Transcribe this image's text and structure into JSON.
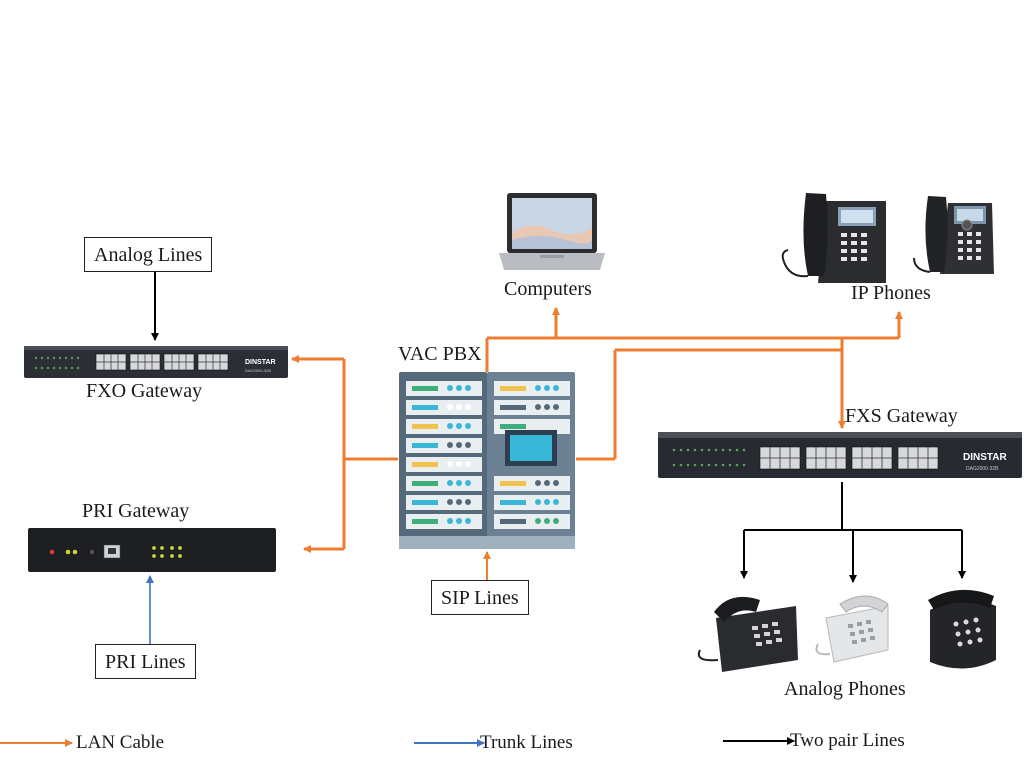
{
  "nodes": {
    "analog_lines": "Analog Lines",
    "fxo_gateway": "FXO Gateway",
    "pri_gateway": "PRI Gateway",
    "pri_lines": "PRI Lines",
    "vac_pbx": "VAC PBX",
    "sip_lines": "SIP Lines",
    "computers": "Computers",
    "ip_phones": "IP Phones",
    "fxs_gateway": "FXS Gateway",
    "analog_phones": "Analog Phones"
  },
  "device_text": {
    "brand": "DINSTAR",
    "fxo_model": "DAG2000-32B",
    "fxs_model": "DAG2000-32B"
  },
  "legend": {
    "lan": "LAN Cable",
    "trunk": "Trunk Lines",
    "two_pair": "Two pair Lines"
  },
  "colors": {
    "lan": "#ed7d31",
    "trunk": "#4472c4",
    "two_pair": "#000000"
  }
}
